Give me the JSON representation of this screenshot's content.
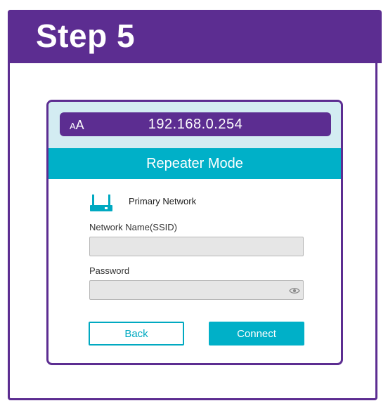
{
  "banner": {
    "title": "Step 5"
  },
  "browser": {
    "text_size_icon": {
      "small": "A",
      "large": "A"
    },
    "address": "192.168.0.254"
  },
  "page": {
    "header": "Repeater Mode",
    "network_label": "Primary Network",
    "ssid_label": "Network Name(SSID)",
    "ssid_value": "",
    "password_label": "Password",
    "password_value": "",
    "back_label": "Back",
    "connect_label": "Connect"
  },
  "icons": {
    "router": "router-icon",
    "eye": "eye-icon",
    "text_size": "text-size-icon"
  },
  "colors": {
    "brand_purple": "#5c2d91",
    "accent_teal": "#00b0c8",
    "browser_top": "#d3ecf2",
    "input_bg": "#e6e6e6"
  }
}
